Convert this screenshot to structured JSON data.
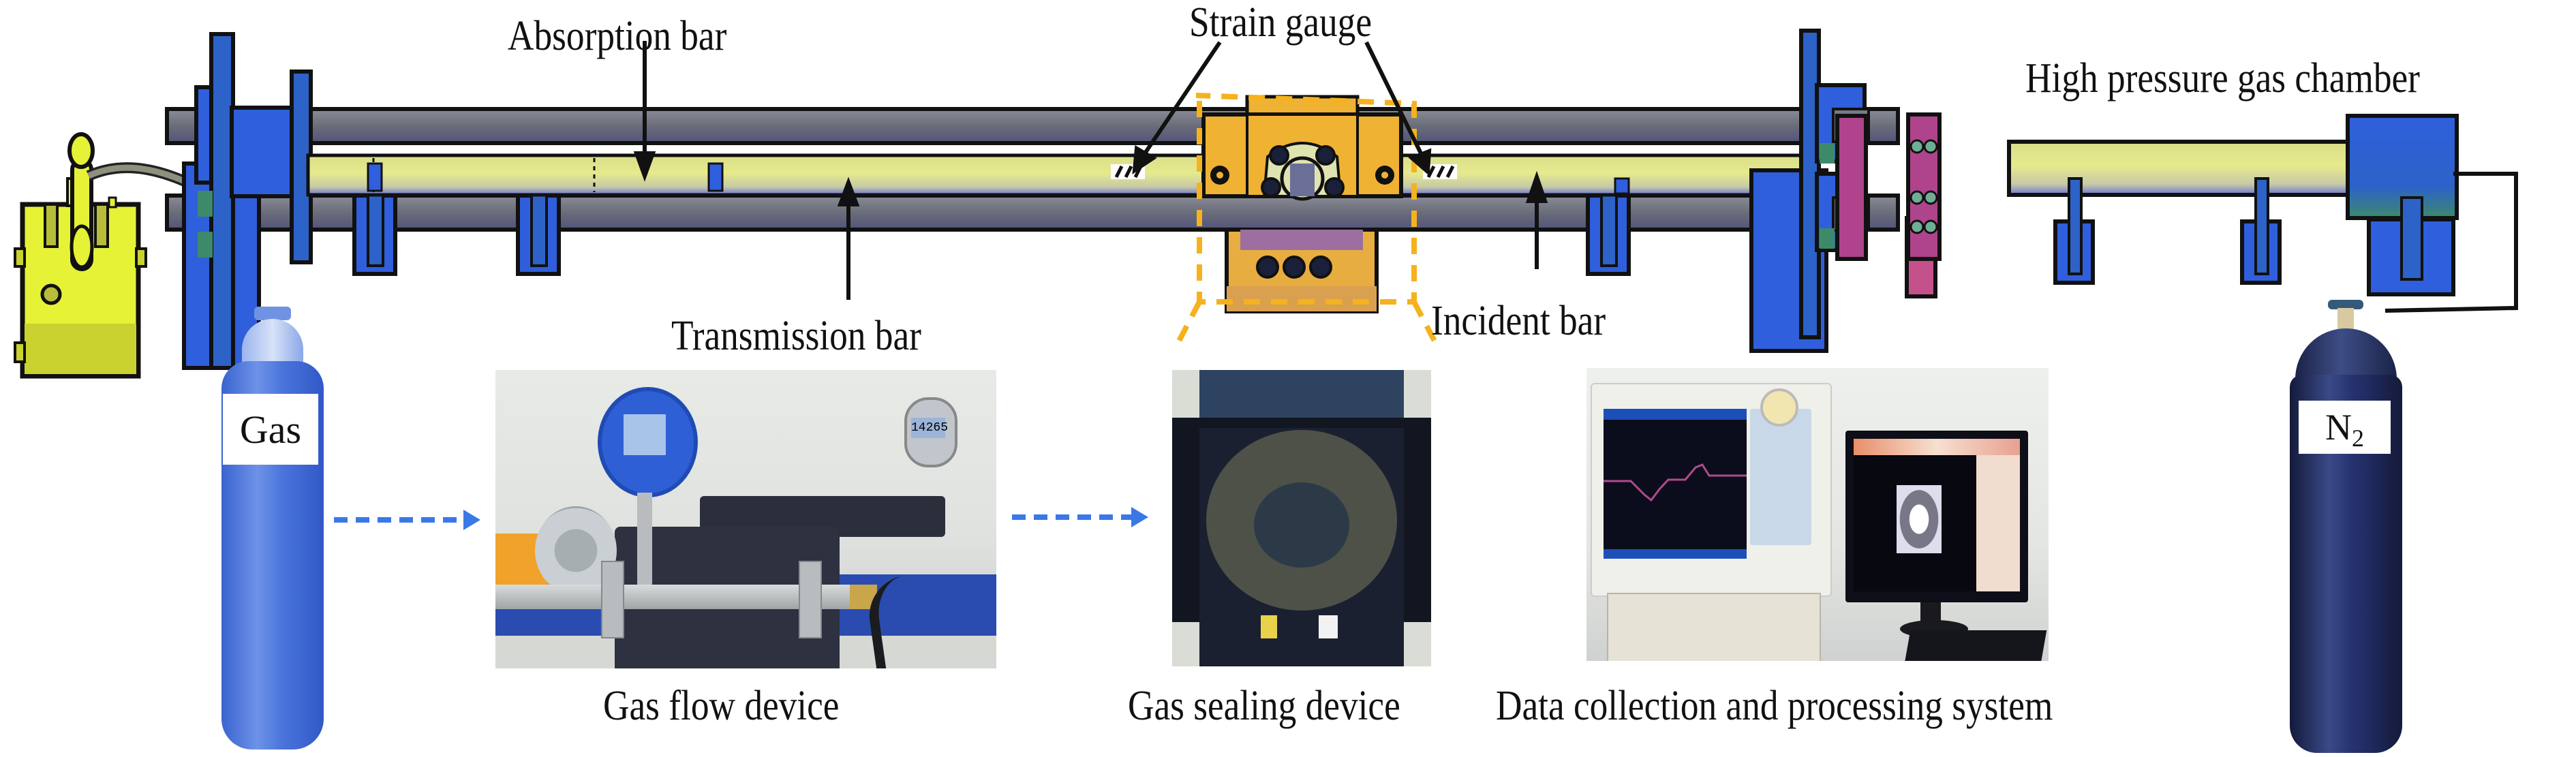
{
  "figure": {
    "title": "Split Hopkinson pressure bar with high pressure gas loading system",
    "labels": {
      "absorption_bar": "Absorption bar",
      "strain_gauge": "Strain gauge",
      "high_pressure_gas_chamber": "High pressure gas chamber",
      "transmission_bar": "Transmission bar",
      "incident_bar": "Incident bar",
      "gas_flow_device": "Gas flow device",
      "gas_sealing_device": "Gas sealing device",
      "data_collection_system": "Data collection and processing system"
    },
    "cylinders": {
      "gas": {
        "label": "Gas",
        "color": "#3f6fd8"
      },
      "nitrogen": {
        "label": "N",
        "subscript": "2",
        "color": "#1e2a55"
      }
    },
    "photo_readouts": {
      "pressure_gauge_display": "14265"
    },
    "colors": {
      "frame_blue": "#2f5fdc",
      "guide_rod_gray": "#6e7283",
      "bar_yellow": "#e3e98a",
      "pump_yellow": "#e6f236",
      "specimen_orange": "#f0b233",
      "launcher_magenta": "#b0448c",
      "flow_arrow_blue": "#3a78e8",
      "callout_dash_orange": "#f5b21e"
    }
  }
}
